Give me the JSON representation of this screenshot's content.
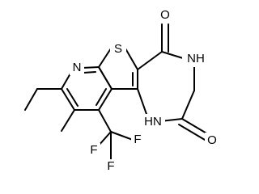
{
  "structure": {
    "atoms": {
      "sulfur": "S",
      "pyridine_nitrogen": "N",
      "amide_nh_top": "NH",
      "amide_nh_bottom": "HN",
      "oxygen_top": "O",
      "oxygen_bottom": "O",
      "fluorine_left": "F",
      "fluorine_middle": "F",
      "fluorine_right": "F"
    },
    "colors": {
      "bond": "#000000",
      "text": "#000000",
      "background": "#ffffff"
    }
  }
}
